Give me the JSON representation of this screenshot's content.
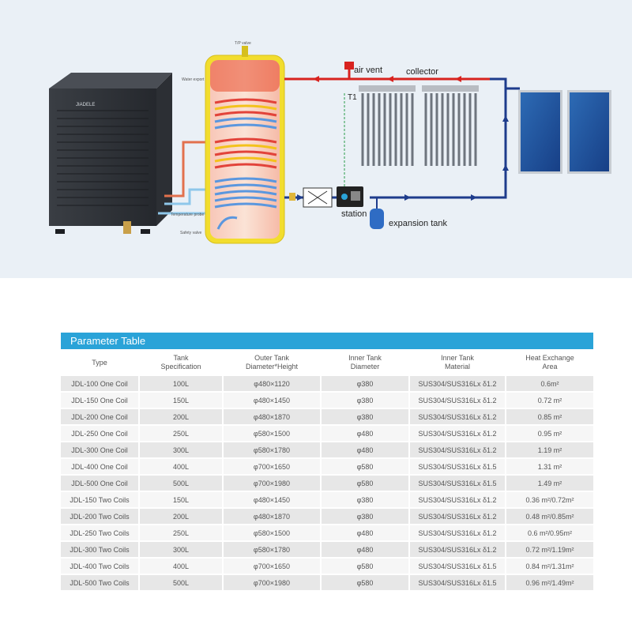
{
  "diagram": {
    "labels": {
      "tp_valve": "T/P valve",
      "water_export": "Water export",
      "temperature_probe": "Temperature probe",
      "safety_valve": "Safety valve",
      "air_vent": "air vent",
      "collector": "collector",
      "t1": "T1",
      "station": "station",
      "expansion_tank": "expansion tank",
      "brand": "JIADELE"
    }
  },
  "table": {
    "title": "Parameter Table",
    "headers": [
      [
        "Type"
      ],
      [
        "Tank",
        "Specification"
      ],
      [
        "Outer Tank",
        "Diameter*Height"
      ],
      [
        "Inner Tank",
        "Diameter"
      ],
      [
        "Inner Tank",
        "Material"
      ],
      [
        "Heat Exchange",
        "Area"
      ]
    ],
    "rows": [
      [
        "JDL-100 One Coil",
        "100L",
        "φ480×1120",
        "φ380",
        "SUS304/SUS316Lx δ1.2",
        "0.6m²"
      ],
      [
        "JDL-150 One Coil",
        "150L",
        "φ480×1450",
        "φ380",
        "SUS304/SUS316Lx δ1.2",
        "0.72 m²"
      ],
      [
        "JDL-200 One Coil",
        "200L",
        "φ480×1870",
        "φ380",
        "SUS304/SUS316Lx δ1.2",
        "0.85 m²"
      ],
      [
        "JDL-250 One Coil",
        "250L",
        "φ580×1500",
        "φ480",
        "SUS304/SUS316Lx δ1.2",
        "0.95 m²"
      ],
      [
        "JDL-300 One Coil",
        "300L",
        "φ580×1780",
        "φ480",
        "SUS304/SUS316Lx δ1.2",
        "1.19 m²"
      ],
      [
        "JDL-400 One Coil",
        "400L",
        "φ700×1650",
        "φ580",
        "SUS304/SUS316Lx δ1.5",
        "1.31 m²"
      ],
      [
        "JDL-500 One Coil",
        "500L",
        "φ700×1980",
        "φ580",
        "SUS304/SUS316Lx δ1.5",
        "1.49 m²"
      ],
      [
        "JDL-150 Two Coils",
        "150L",
        "φ480×1450",
        "φ380",
        "SUS304/SUS316Lx δ1.2",
        "0.36 m²/0.72m²"
      ],
      [
        "JDL-200 Two Coils",
        "200L",
        "φ480×1870",
        "φ380",
        "SUS304/SUS316Lx δ1.2",
        "0.48 m²/0.85m²"
      ],
      [
        "JDL-250 Two Coils",
        "250L",
        "φ580×1500",
        "φ480",
        "SUS304/SUS316Lx δ1.2",
        "0.6 m²/0.95m²"
      ],
      [
        "JDL-300 Two Coils",
        "300L",
        "φ580×1780",
        "φ480",
        "SUS304/SUS316Lx δ1.2",
        "0.72 m²/1.19m²"
      ],
      [
        "JDL-400 Two Coils",
        "400L",
        "φ700×1650",
        "φ580",
        "SUS304/SUS316Lx δ1.5",
        "0.84 m²/1.31m²"
      ],
      [
        "JDL-500 Two Coils",
        "500L",
        "φ700×1980",
        "φ580",
        "SUS304/SUS316Lx δ1.5",
        "0.96 m²/1.49m²"
      ]
    ]
  },
  "colors": {
    "accent": "#2aa3d8",
    "hot_pipe": "#d8231f",
    "cold_pipe": "#1e3c8c",
    "tank_shell": "#f2dd2e",
    "panel_background": "#eaf0f6"
  }
}
